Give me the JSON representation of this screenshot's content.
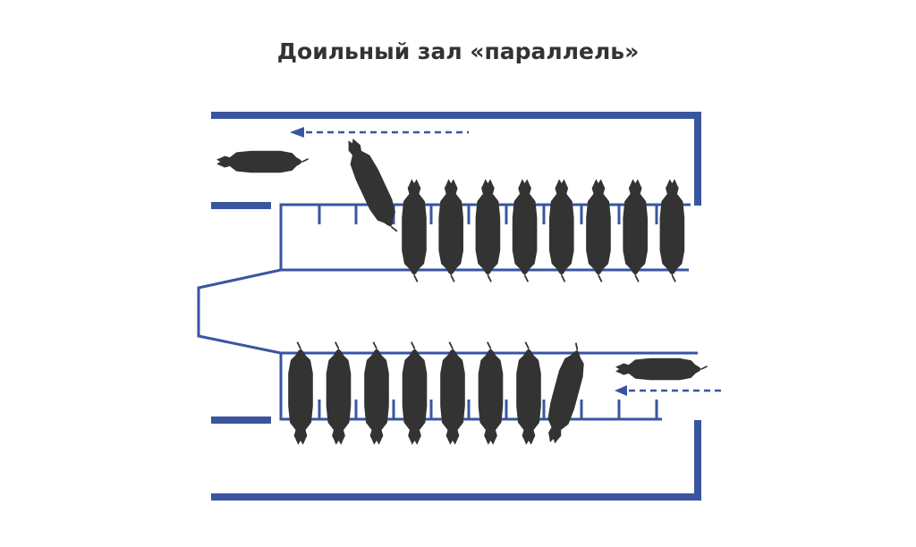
{
  "title": "Доильный зал «параллель»",
  "colors": {
    "wall": "#3a55a0",
    "cow": "#333333",
    "title": "#333333",
    "arrow": "#3a55a0"
  },
  "diagram": {
    "top_row_milking_cows": 8,
    "top_row_entering_cows": 1,
    "top_row_exited_cows": 1,
    "bottom_row_milking_cows": 8,
    "bottom_row_waiting_cows": 1,
    "icons": [
      "cow-icon",
      "dashed-arrow-left-icon"
    ]
  }
}
